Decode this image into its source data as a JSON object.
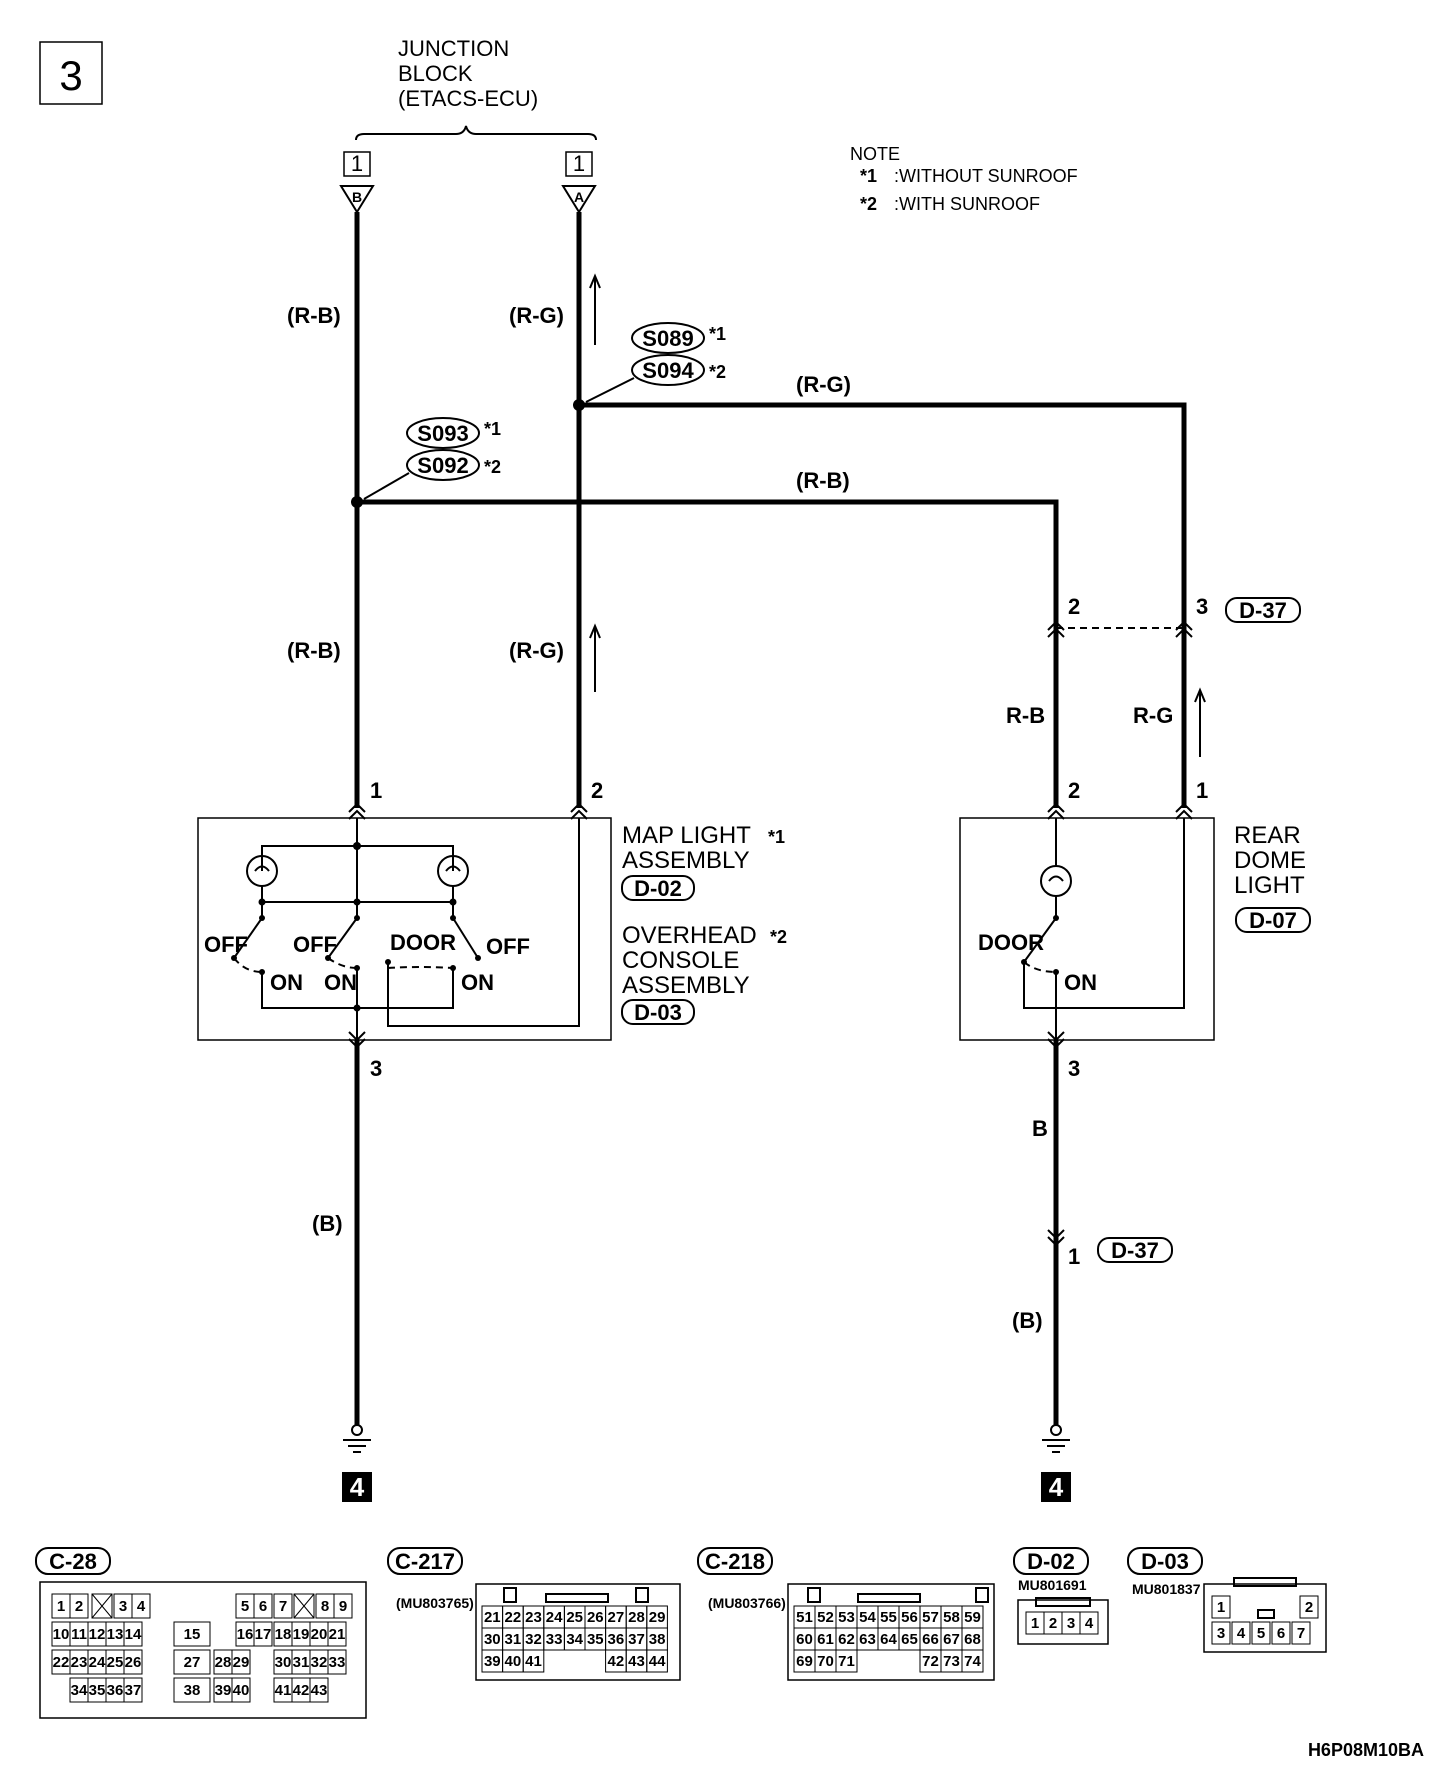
{
  "page": {
    "number": "3",
    "code": "H6P08M10BA"
  },
  "junction_block": {
    "line1": "JUNCTION",
    "line2": "BLOCK",
    "line3": "(ETACS-ECU)"
  },
  "terminals": [
    {
      "num": "1",
      "letter": "B"
    },
    {
      "num": "1",
      "letter": "A"
    }
  ],
  "note": {
    "title": "NOTE",
    "items": [
      {
        "mark": "*1",
        "text": ":WITHOUT SUNROOF"
      },
      {
        "mark": "*2",
        "text": ":WITH SUNROOF"
      }
    ]
  },
  "wire_labels": {
    "rb_top": "(R-B)",
    "rg_top": "(R-G)",
    "rg_horizontal": "(R-G)",
    "rb_horizontal": "(R-B)",
    "rb_mid": "(R-B)",
    "rg_mid": "(R-G)",
    "rb_right": "R-B",
    "rg_right": "R-G",
    "b_left": "(B)",
    "b_right": "B",
    "b_right_bottom": "(B)"
  },
  "splices": {
    "s089": "S089",
    "s094": "S094",
    "s093": "S093",
    "s092": "S092",
    "mark1": "*1",
    "mark2": "*2"
  },
  "pins": {
    "map_1": "1",
    "map_2": "2",
    "map_3": "3",
    "dome_2": "2",
    "dome_1": "1",
    "dome_3": "3",
    "d37_2": "2",
    "d37_3": "3",
    "d37_1": "1"
  },
  "map_light": {
    "line1": "MAP LIGHT",
    "mark1": "*1",
    "line2": "ASSEMBLY",
    "conn1": "D-02",
    "line3": "OVERHEAD",
    "mark2": "*2",
    "line4": "CONSOLE",
    "line5": "ASSEMBLY",
    "conn2": "D-03",
    "sw_off1": "OFF",
    "sw_off2": "OFF",
    "sw_door": "DOOR",
    "sw_off3": "OFF",
    "sw_on1": "ON",
    "sw_on2": "ON",
    "sw_on3": "ON"
  },
  "rear_dome": {
    "line1": "REAR",
    "line2": "DOME",
    "line3": "LIGHT",
    "conn": "D-07",
    "sw_door": "DOOR",
    "sw_on": "ON"
  },
  "connector_d37": "D-37",
  "ground_ref": "4",
  "connectors": {
    "c28": {
      "name": "C-28"
    },
    "c217": {
      "name": "C-217",
      "part": "(MU803765)"
    },
    "c218": {
      "name": "C-218",
      "part": "(MU803766)"
    },
    "d02": {
      "name": "D-02",
      "part": "MU801691"
    },
    "d03": {
      "name": "D-03",
      "part": "MU801837"
    }
  },
  "c28_cells": [
    "1",
    "2",
    "3",
    "4",
    "5",
    "6",
    "7",
    "8",
    "9",
    "10",
    "11",
    "12",
    "13",
    "14",
    "15",
    "16",
    "17",
    "18",
    "19",
    "20",
    "21",
    "22",
    "23",
    "24",
    "25",
    "26",
    "27",
    "28",
    "29",
    "30",
    "31",
    "32",
    "33",
    "34",
    "35",
    "36",
    "37",
    "38",
    "39",
    "40",
    "41",
    "42",
    "43"
  ],
  "c217_cells": [
    "21",
    "22",
    "23",
    "24",
    "25",
    "26",
    "27",
    "28",
    "29",
    "30",
    "31",
    "32",
    "33",
    "34",
    "35",
    "36",
    "37",
    "38",
    "39",
    "40",
    "41",
    "42",
    "43",
    "44"
  ],
  "c218_cells": [
    "51",
    "52",
    "53",
    "54",
    "55",
    "56",
    "57",
    "58",
    "59",
    "60",
    "61",
    "62",
    "63",
    "64",
    "65",
    "66",
    "67",
    "68",
    "69",
    "70",
    "71",
    "72",
    "73",
    "74"
  ],
  "d02_cells": [
    "1",
    "2",
    "3",
    "4"
  ],
  "d03_cells": [
    "1",
    "2",
    "3",
    "4",
    "5",
    "6",
    "7"
  ]
}
